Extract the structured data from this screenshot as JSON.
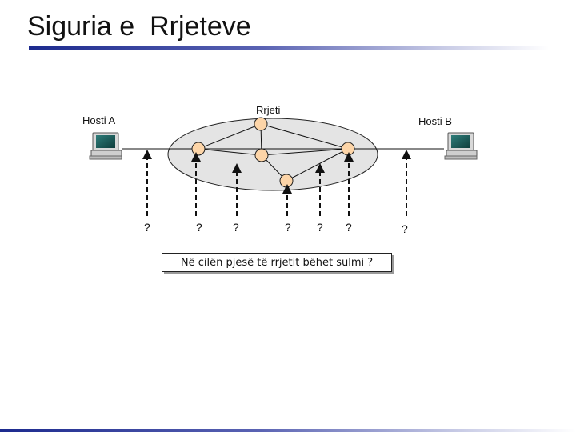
{
  "title": "Siguria e  Rrjeteve",
  "diagram": {
    "network_label": "Rrjeti",
    "host_a_label": "Hosti A",
    "host_b_label": "Hosti B",
    "unknown_marker": "?",
    "question": "Në cilën pjesë të rrjetit bëhet sulmi ?",
    "icons": [
      "computer-icon",
      "router-node"
    ],
    "colors": {
      "cloud_fill": "#e4e4e4",
      "node_fill": "#fdd5a8",
      "title_bar": "#1c2a8e"
    }
  }
}
